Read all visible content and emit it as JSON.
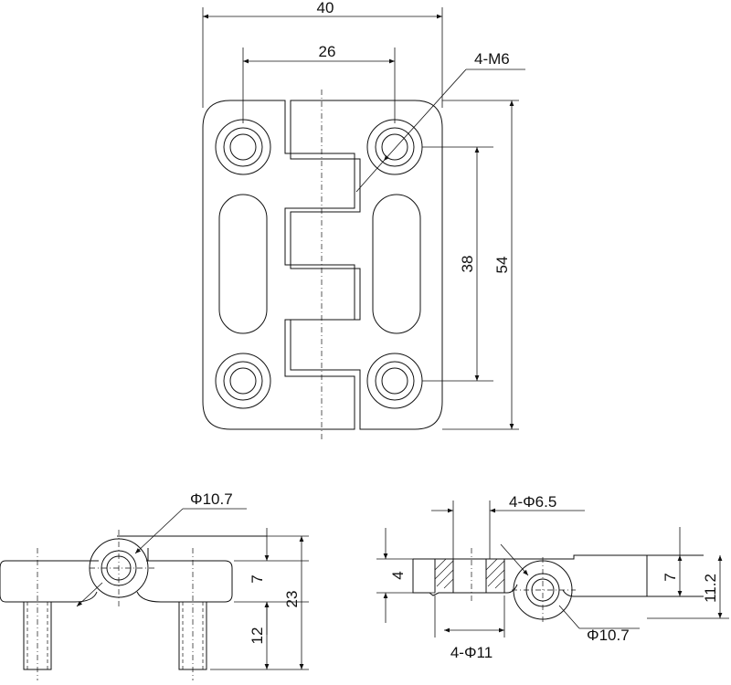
{
  "dimensions": {
    "top_width": "40",
    "hole_spacing_x": "26",
    "thread_callout": "4-M6",
    "hole_spacing_y": "38",
    "overall_height": "54"
  },
  "left_view": {
    "pin_diameter": "Φ10.7",
    "thickness": "7",
    "stud_length": "12",
    "total_height": "23"
  },
  "right_view": {
    "counterbore_depth": "4",
    "hole_diameter": "4-Φ6.5",
    "counterbore_diameter": "4-Φ11",
    "pin_diameter": "Φ10.7",
    "thickness": "7",
    "total_height": "11.2"
  }
}
